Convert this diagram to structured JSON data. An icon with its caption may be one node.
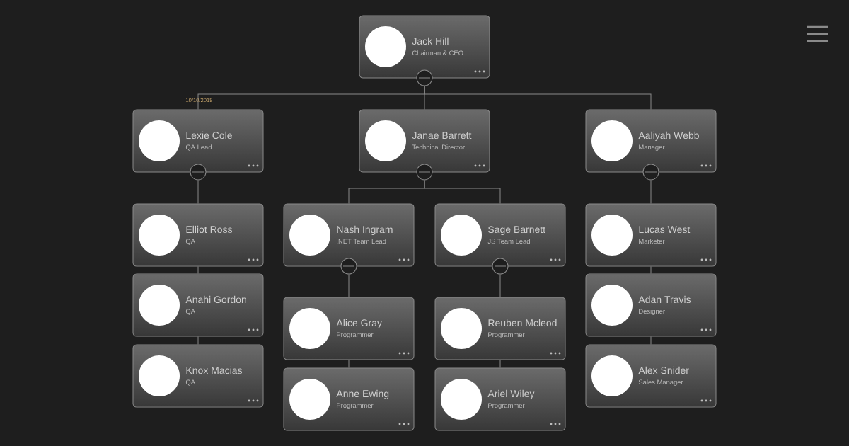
{
  "diagram": {
    "nodes": [
      {
        "text": [
          "Jack Hill",
          "Chairman & CEO"
        ]
      },
      {
        "text": [
          "Lexie Cole",
          "QA Lead"
        ]
      },
      {
        "text": [
          "Janae Barrett",
          "Technical Director"
        ]
      },
      {
        "text": [
          "Aaliyah Webb",
          "Manager"
        ]
      },
      {
        "text": [
          "Elliot Ross",
          "QA"
        ]
      },
      {
        "text": [
          "Anahi Gordon",
          "QA"
        ]
      },
      {
        "text": [
          "Knox Macias",
          "QA"
        ]
      },
      {
        "text": [
          "Nash Ingram",
          ".NET Team Lead"
        ]
      },
      {
        "text": [
          "Sage Barnett",
          "JS Team Lead"
        ]
      },
      {
        "text": [
          "Lucas West",
          "Marketer"
        ]
      },
      {
        "text": [
          "Adan Travis",
          "Designer"
        ]
      },
      {
        "text": [
          "Alex Snider",
          "Sales Manager"
        ]
      },
      {
        "text": [
          "Alice Gray",
          "Programmer"
        ]
      },
      {
        "text": [
          "Reuben Mcleod",
          "Programmer"
        ]
      },
      {
        "text": [
          "Anne Ewing",
          "Programmer"
        ]
      },
      {
        "text": [
          "Ariel Wiley",
          "Programmer"
        ]
      }
    ],
    "edges": [
      {
        "from": 0,
        "to": 1,
        "arrow": "none"
      },
      {
        "from": 0,
        "to": 2,
        "arrow": "none"
      },
      {
        "from": 0,
        "to": 3,
        "arrow": "none"
      },
      {
        "from": 1,
        "to": 4,
        "arrow": "none"
      },
      {
        "from": 4,
        "to": 5,
        "arrow": "none"
      },
      {
        "from": 5,
        "to": 6,
        "arrow": "none"
      },
      {
        "from": 2,
        "to": 7,
        "arrow": "none"
      },
      {
        "from": 2,
        "to": 8,
        "arrow": "none"
      },
      {
        "from": 3,
        "to": 9,
        "arrow": "none"
      },
      {
        "from": 9,
        "to": 10,
        "arrow": "none"
      },
      {
        "from": 10,
        "to": 11,
        "arrow": "none"
      },
      {
        "from": 7,
        "to": 12,
        "arrow": "none"
      },
      {
        "from": 12,
        "to": 14,
        "arrow": "none"
      },
      {
        "from": 8,
        "to": 13,
        "arrow": "none"
      },
      {
        "from": 13,
        "to": 15,
        "arrow": "none"
      }
    ],
    "labels": [
      "10/10/2018"
    ]
  }
}
